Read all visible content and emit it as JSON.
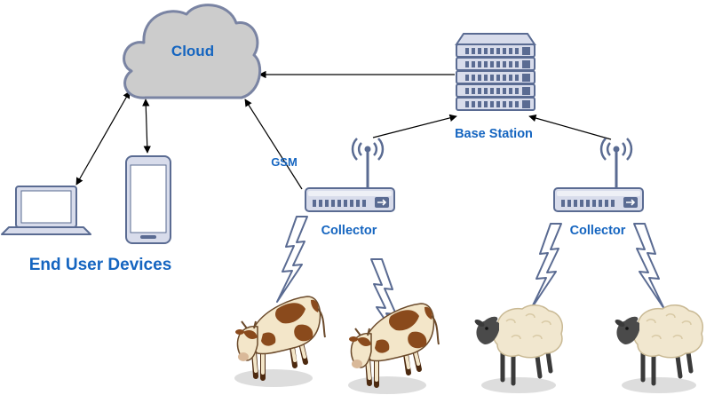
{
  "labels": {
    "cloud": "Cloud",
    "base_station": "Base Station",
    "gsm": "GSM",
    "collector_left": "Collector",
    "collector_right": "Collector",
    "end_user_devices": "End User Devices"
  },
  "colors": {
    "label_blue": "#1565c0",
    "device_outline": "#5a6b92",
    "device_fill": "#d8dceb",
    "cloud_fill": "#cccccc",
    "cloud_stroke": "#7a84a3",
    "arrow": "#000000"
  },
  "icons": {
    "cloud": "cloud-icon",
    "server": "server-rack-icon",
    "router": "router-antenna-icon",
    "laptop": "laptop-icon",
    "phone": "smartphone-icon",
    "wireless": "lightning-signal-icon",
    "cow": "cow-icon",
    "sheep": "sheep-icon"
  }
}
